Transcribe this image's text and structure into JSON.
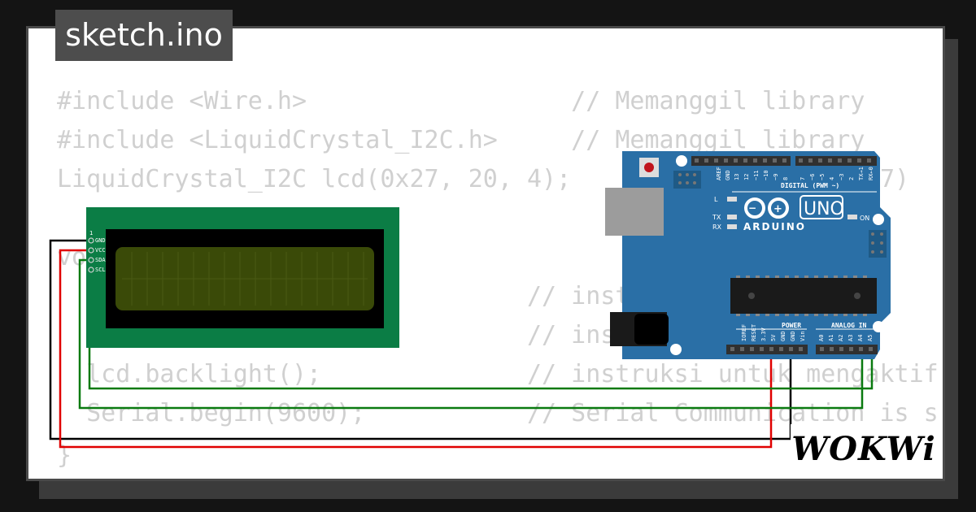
{
  "title": "sketch.ino",
  "code_lines": [
    "#include <Wire.h>                  // Memanggil library",
    "#include <LiquidCrystal_I2C.h>     // Memanggil library",
    "LiquidCrystal_I2C lcd(0x27, 20, 4);",
    "vo",
    "                                // instru",
    "                                // instr",
    "  lcd.backlight();              // instruksi untuk mengaktif",
    "  Serial.begin(9600);           // Serial Communication is s",
    "}"
  ],
  "lcd": {
    "pin_one": "1",
    "pins": [
      "GND",
      "VCC",
      "SDA",
      "SCL"
    ]
  },
  "arduino": {
    "brand": "ARDUINO",
    "model": "UNO",
    "on_label": "ON",
    "l_label": "L",
    "tx_label": "TX",
    "rx_label": "RX",
    "digital_label": "DIGITAL (PWM ~)",
    "power_label": "POWER",
    "analog_label": "ANALOG IN",
    "digital_pins": [
      "AREF",
      "GND",
      "13",
      "12",
      "~11",
      "~10",
      "~9",
      "8",
      "7",
      "~6",
      "~5",
      "4",
      "~3",
      "2",
      "TX→1",
      "RX←0"
    ],
    "power_pins": [
      "IOREF",
      "RESET",
      "3.3V",
      "5V",
      "GND",
      "GND",
      "Vin"
    ],
    "analog_pins": [
      "A0",
      "A1",
      "A2",
      "A3",
      "A4",
      "A5"
    ],
    "code_tail": "7)"
  },
  "logo": "WOKWi",
  "colors": {
    "lcd_board": "#0b7d45",
    "lcd_screen": "#3a4a08",
    "arduino": "#2a6fa6",
    "wire_gnd": "#000000",
    "wire_vcc": "#e00000",
    "wire_data": "#0a7a10"
  }
}
